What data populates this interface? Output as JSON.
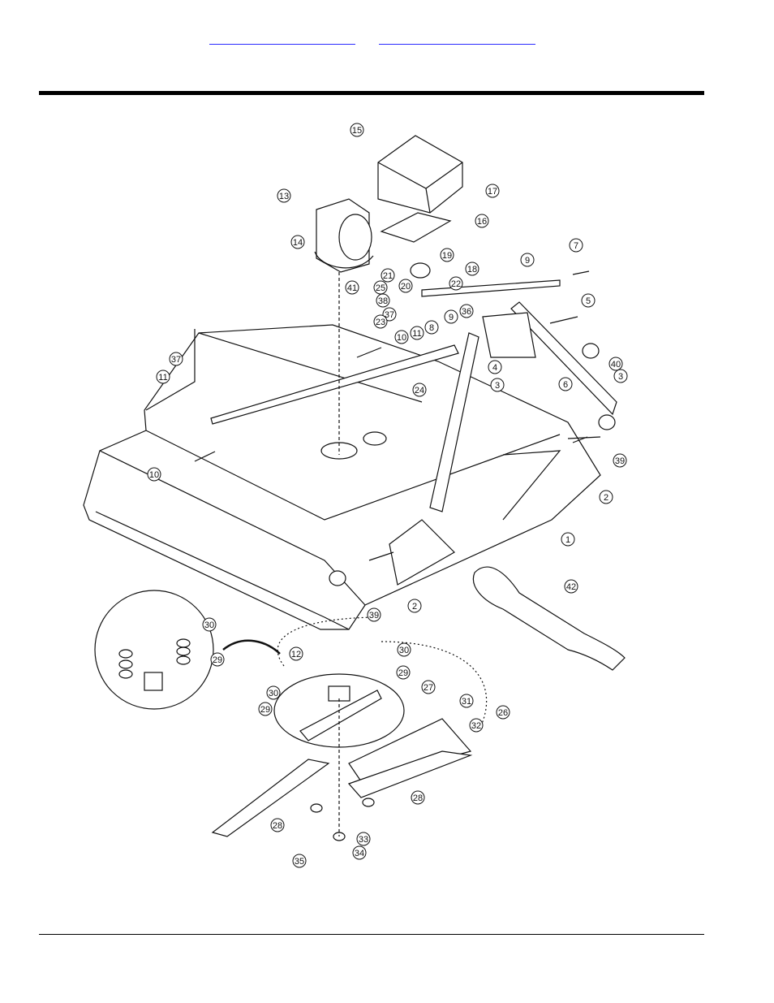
{
  "nav": {
    "link_left": "",
    "link_right": ""
  },
  "callouts": [
    {
      "id": "c15",
      "text": "15"
    },
    {
      "id": "c13",
      "text": "13"
    },
    {
      "id": "c17",
      "text": "17"
    },
    {
      "id": "c16",
      "text": "16"
    },
    {
      "id": "c14",
      "text": "14"
    },
    {
      "id": "c19",
      "text": "19"
    },
    {
      "id": "c18",
      "text": "18"
    },
    {
      "id": "c21",
      "text": "21"
    },
    {
      "id": "c20",
      "text": "20"
    },
    {
      "id": "c22",
      "text": "22"
    },
    {
      "id": "c7",
      "text": "7"
    },
    {
      "id": "c9a",
      "text": "9"
    },
    {
      "id": "c41",
      "text": "41"
    },
    {
      "id": "c25",
      "text": "25"
    },
    {
      "id": "c38",
      "text": "38"
    },
    {
      "id": "c37a",
      "text": "37"
    },
    {
      "id": "c23",
      "text": "23"
    },
    {
      "id": "c11a",
      "text": "11"
    },
    {
      "id": "c36",
      "text": "36"
    },
    {
      "id": "c5",
      "text": "5"
    },
    {
      "id": "c9b",
      "text": "9"
    },
    {
      "id": "c8",
      "text": "8"
    },
    {
      "id": "c10a",
      "text": "10"
    },
    {
      "id": "c4",
      "text": "4"
    },
    {
      "id": "c40",
      "text": "40"
    },
    {
      "id": "c37b",
      "text": "37"
    },
    {
      "id": "c6",
      "text": "6"
    },
    {
      "id": "c3a",
      "text": "3"
    },
    {
      "id": "c3b",
      "text": "3"
    },
    {
      "id": "c11b",
      "text": "11"
    },
    {
      "id": "c24",
      "text": "24"
    },
    {
      "id": "c39a",
      "text": "39"
    },
    {
      "id": "c10b",
      "text": "10"
    },
    {
      "id": "c2a",
      "text": "2"
    },
    {
      "id": "c1",
      "text": "1"
    },
    {
      "id": "c42",
      "text": "42"
    },
    {
      "id": "c2b",
      "text": "2"
    },
    {
      "id": "c39b",
      "text": "39"
    },
    {
      "id": "c30a",
      "text": "30"
    },
    {
      "id": "c29a",
      "text": "29"
    },
    {
      "id": "c12",
      "text": "12"
    },
    {
      "id": "c30b",
      "text": "30"
    },
    {
      "id": "c29b",
      "text": "29"
    },
    {
      "id": "c27",
      "text": "27"
    },
    {
      "id": "c30c",
      "text": "30"
    },
    {
      "id": "c29c",
      "text": "29"
    },
    {
      "id": "c31",
      "text": "31"
    },
    {
      "id": "c26",
      "text": "26"
    },
    {
      "id": "c32",
      "text": "32"
    },
    {
      "id": "c28a",
      "text": "28"
    },
    {
      "id": "c28b",
      "text": "28"
    },
    {
      "id": "c33",
      "text": "33"
    },
    {
      "id": "c34",
      "text": "34"
    },
    {
      "id": "c35",
      "text": "35"
    }
  ]
}
